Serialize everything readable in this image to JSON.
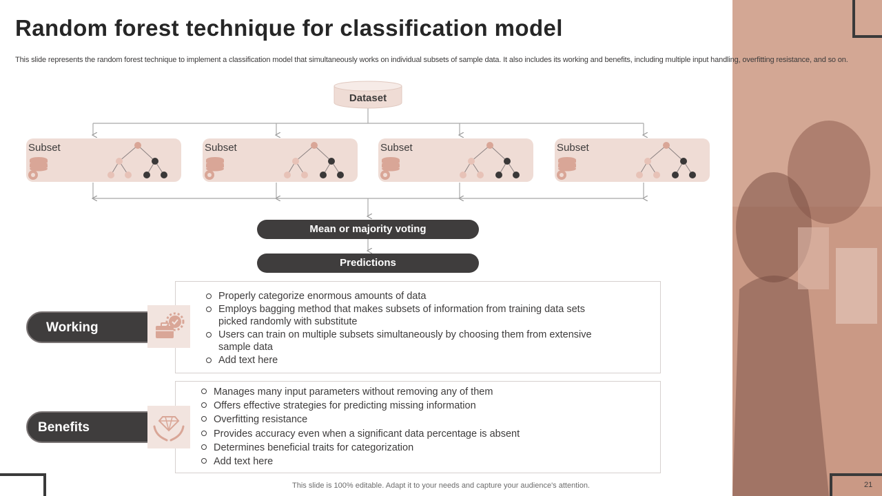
{
  "title": "Random forest technique for classification model",
  "description": "This slide represents the random forest technique to implement a classification model that simultaneously works on individual subsets of sample data. It also includes its working and benefits, including multiple input handling, overfitting resistance, and so on.",
  "diagram": {
    "dataset": "Dataset",
    "subset_label": "Subset",
    "subsets": [
      "Subset",
      "Subset",
      "Subset",
      "Subset"
    ],
    "voting": "Mean or majority voting",
    "predictions": "Predictions"
  },
  "working": {
    "label": "Working",
    "icon": "toolbox-gear-icon",
    "items": [
      "Properly categorize enormous amounts of data",
      "Employs bagging method that makes subsets of information from training data sets picked randomly with substitute",
      "Users can train on multiple subsets simultaneously by choosing them from extensive sample data",
      "Add text here"
    ]
  },
  "benefits": {
    "label": "Benefits",
    "icon": "hands-diamond-icon",
    "items": [
      "Manages many input parameters without removing any of them",
      "Offers effective strategies for predicting missing information",
      "Overfitting resistance",
      "Provides accuracy even when a significant data percentage is absent",
      "Determines beneficial traits for categorization",
      "Add text here"
    ]
  },
  "footer": "This slide is 100% editable. Adapt it to your needs and capture your audience's attention.",
  "page_number": "21",
  "colors": {
    "accent": "#efdcd5",
    "accent_dark": "#c99684",
    "dark": "#3f3d3d",
    "node_light": "#d9a697",
    "node_dark": "#3a3838"
  }
}
